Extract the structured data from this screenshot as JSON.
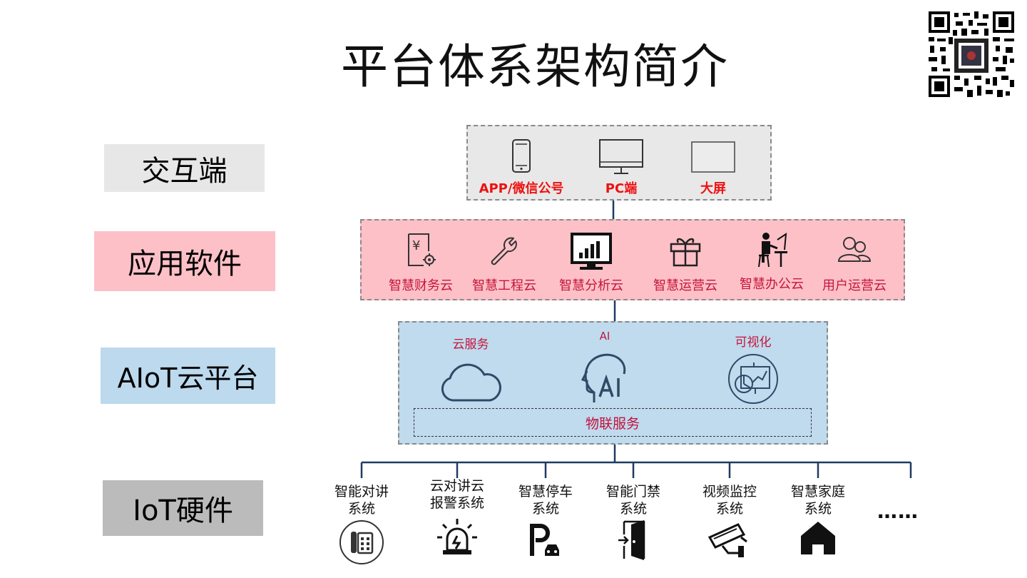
{
  "title": "平台体系架构简介",
  "layers": {
    "interaction": "交互端",
    "application": "应用软件",
    "aiot": "AIoT云平台",
    "iot": "IoT硬件"
  },
  "interaction_items": [
    {
      "label": "APP/微信公号",
      "icon": "smartphone-icon"
    },
    {
      "label": "PC端",
      "icon": "monitor-icon"
    },
    {
      "label": "大屏",
      "icon": "big-screen-icon"
    }
  ],
  "app_items": [
    {
      "label": "智慧财务云",
      "icon": "finance-document-icon"
    },
    {
      "label": "智慧工程云",
      "icon": "wrench-icon"
    },
    {
      "label": "智慧分析云",
      "icon": "analytics-monitor-icon"
    },
    {
      "label": "智慧运营云",
      "icon": "gift-icon"
    },
    {
      "label": "智慧办公云",
      "icon": "office-worker-icon"
    },
    {
      "label": "用户运营云",
      "icon": "users-icon"
    }
  ],
  "aiot_items": [
    {
      "label": "云服务",
      "icon": "cloud-icon"
    },
    {
      "label": "AI",
      "icon": "ai-head-icon"
    },
    {
      "label": "可视化",
      "icon": "visualization-icon"
    }
  ],
  "iot_service": "物联服务",
  "hardware_items": [
    {
      "line1": "智能对讲",
      "line2": "系统",
      "icon": "intercom-phone-icon"
    },
    {
      "line1": "云对讲云",
      "line2": "报警系统",
      "icon": "alarm-light-icon"
    },
    {
      "line1": "智慧停车",
      "line2": "系统",
      "icon": "parking-icon"
    },
    {
      "line1": "智能门禁",
      "line2": "系统",
      "icon": "door-access-icon"
    },
    {
      "line1": "视频监控",
      "line2": "系统",
      "icon": "cctv-camera-icon"
    },
    {
      "line1": "智慧家庭",
      "line2": "系统",
      "icon": "home-icon"
    }
  ],
  "more": "……",
  "colors": {
    "interaction_bg": "#e8e8e8",
    "application_bg": "#fdc0c7",
    "aiot_bg": "#c0daee",
    "iot_label_bg": "#bbbbbb",
    "connector": "#1f3a64",
    "label_red": "#ee1111",
    "label_crimson": "#c4163a"
  }
}
